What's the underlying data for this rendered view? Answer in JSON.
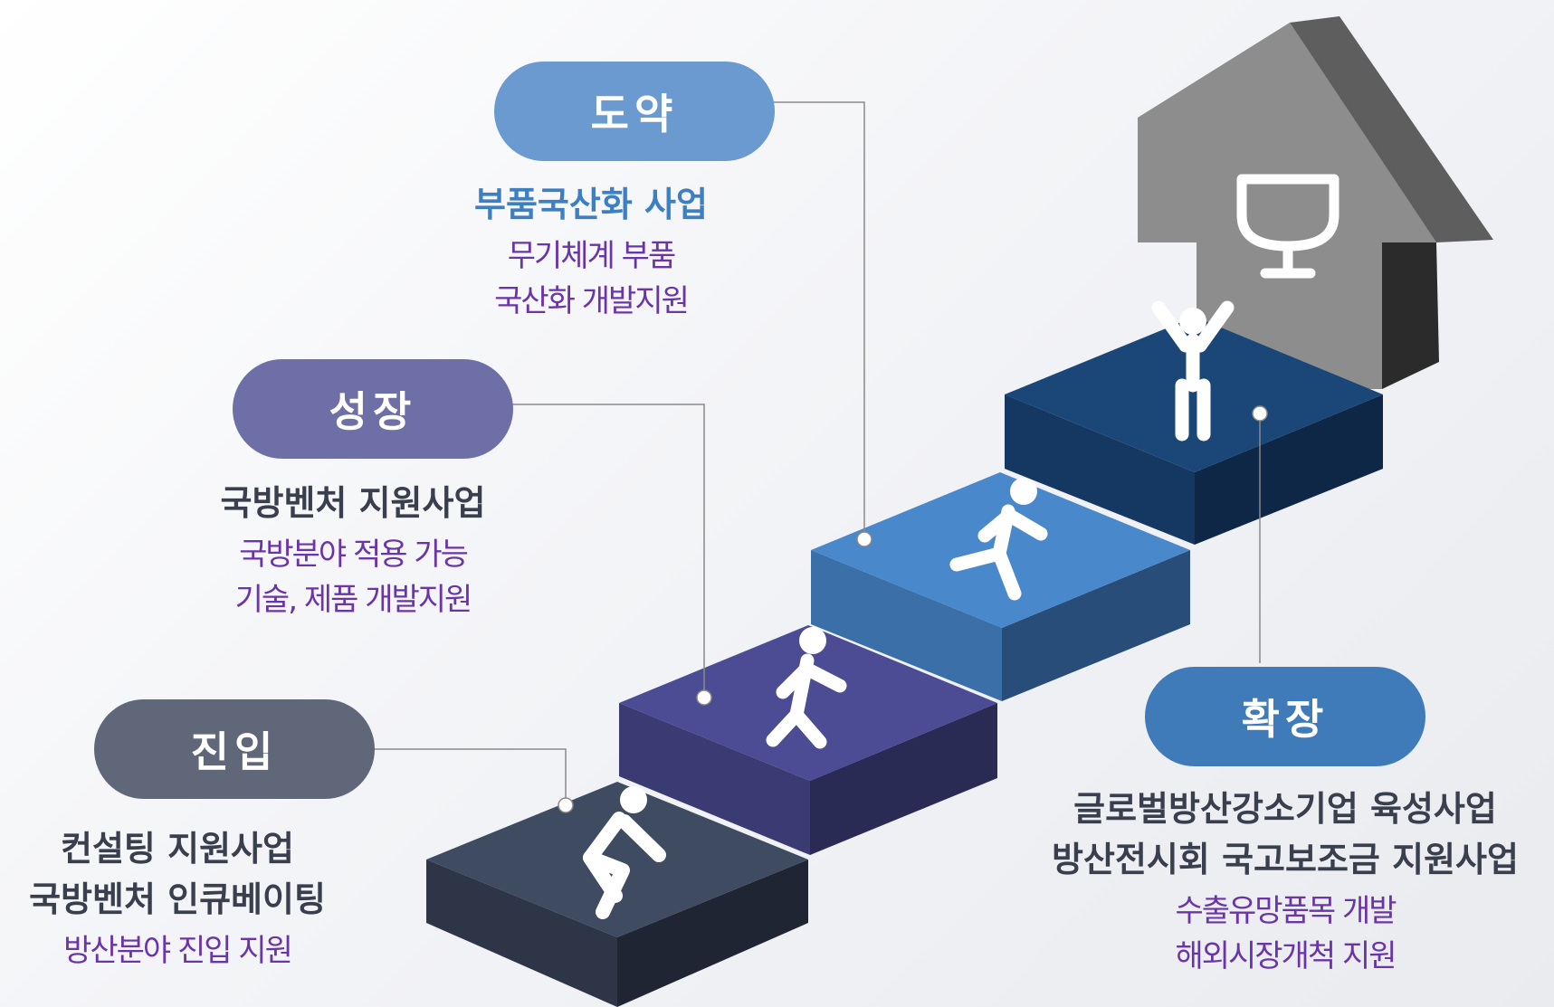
{
  "stages": [
    {
      "key": "entry",
      "label": "진입",
      "pill_color": "#5f6779",
      "step_top": "#3e4b61",
      "step_side": "#2d3546",
      "step_front": "#1f2533",
      "titles": [
        "컨설팅 지원사업",
        "국방벤처 인큐베이팅"
      ],
      "subs": [
        "방산분야 진입 지원"
      ],
      "figure_icon": "crouching-person-icon"
    },
    {
      "key": "growth",
      "label": "성장",
      "pill_color": "#6e6fa6",
      "step_top": "#4b4c93",
      "step_side": "#3a3b72",
      "step_front": "#2a2b55",
      "titles": [
        "국방벤처 지원사업"
      ],
      "subs": [
        "국방분야 적용 가능",
        "기술, 제품 개발지원"
      ],
      "figure_icon": "walking-person-icon"
    },
    {
      "key": "leap",
      "label": "도약",
      "pill_color": "#6b9ad0",
      "step_top": "#4a88cc",
      "step_side": "#3a6fa8",
      "step_front": "#274d78",
      "titles": [
        "부품국산화 사업"
      ],
      "subs": [
        "무기체계 부품",
        "국산화 개발지원"
      ],
      "figure_icon": "running-person-icon"
    },
    {
      "key": "expansion",
      "label": "확장",
      "pill_color": "#3f7bb8",
      "step_top": "#1b4678",
      "step_side": "#153862",
      "step_front": "#0f2747",
      "titles": [
        "글로벌방산강소기업 육성사업",
        "방산전시회 국고보조금 지원사업"
      ],
      "subs": [
        "수출유망품목 개발",
        "해외시장개척 지원"
      ],
      "figure_icon": "celebrating-person-icon"
    }
  ],
  "arrow_icon": "house-arrow-icon",
  "trophy_icon": "trophy-icon",
  "colors": {
    "arrow_front": "#8d8d8d",
    "arrow_side": "#5e5e5e",
    "arrow_dark": "#2b2b2b",
    "title_dark": "#3a3f4e",
    "title_blue": "#3d7fc1",
    "sub_purple": "#6a35a8",
    "connector": "#8a8a8a"
  }
}
